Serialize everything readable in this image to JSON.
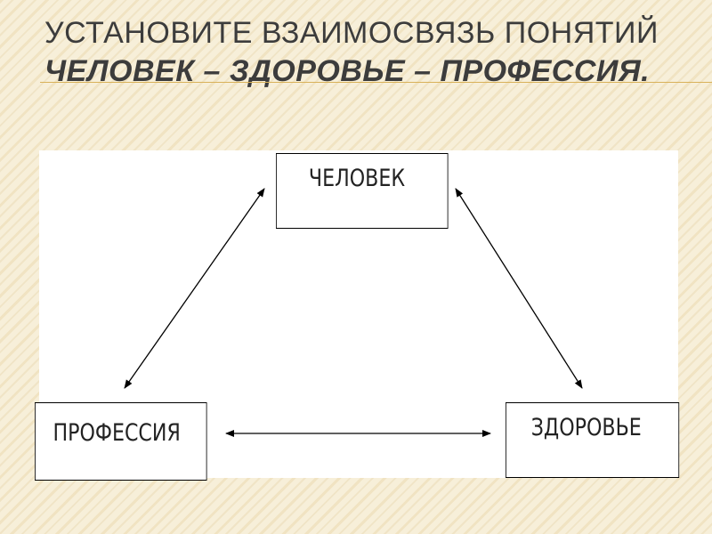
{
  "slide": {
    "title_plain": "УСТАНОВИТЕ ВЗАИМОСВЯЗЬ ПОНЯТИЙ ",
    "title_emphasis": "ЧЕЛОВЕК – ЗДОРОВЬЕ – ПРОФЕССИЯ.",
    "accent_color": "#d9b25a",
    "background_color": "#f7efd9"
  },
  "diagram": {
    "nodes": {
      "person": "ЧЕЛОВЕК",
      "profession": "ПРОФЕССИЯ",
      "health": "ЗДОРОВЬЕ"
    },
    "edges": [
      {
        "from": "profession",
        "to": "person",
        "direction": "both"
      },
      {
        "from": "person",
        "to": "health",
        "direction": "both"
      },
      {
        "from": "profession",
        "to": "health",
        "direction": "both"
      }
    ]
  }
}
